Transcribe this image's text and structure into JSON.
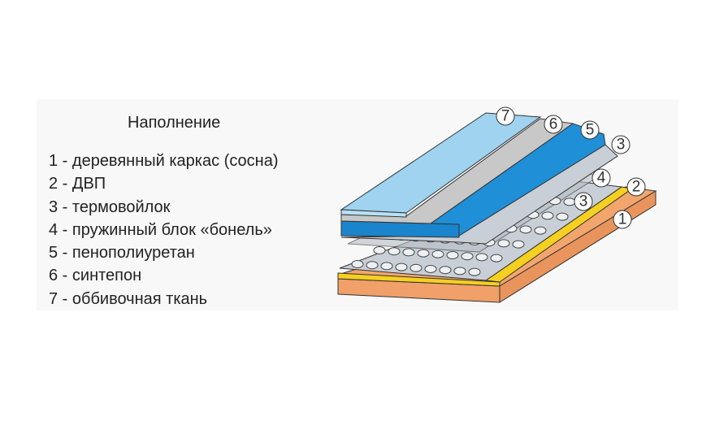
{
  "title": "Наполнение",
  "legend": [
    "1 - деревянный каркас (сосна)",
    "2 - ДВП",
    "3 - термовойлок",
    "4 - пружинный блок «бонель»",
    "5 - пенополиуретан",
    "6 - синтепон",
    "7 - оббивочная ткань"
  ],
  "callouts": [
    "7",
    "6",
    "5",
    "3",
    "4",
    "2",
    "3",
    "1"
  ],
  "colors": {
    "wood": "#f2a66e",
    "hardboard": "#f5d020",
    "felt": "#c9cfd6",
    "foam": "#1f8fd8",
    "synthetic": "#c8c8c8",
    "fabric": "#9fd3f0"
  }
}
